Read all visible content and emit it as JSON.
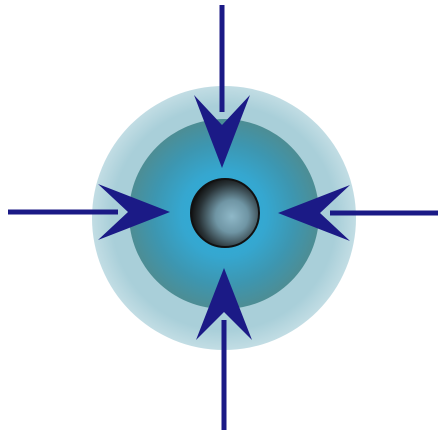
{
  "diagram": {
    "description_visible_text": "",
    "colors": {
      "background": "#ffffff",
      "outer_halo": "#a9cfd9",
      "outer_halo_edge": "#c2dde4",
      "middle_ring_dark": "#4d8d94",
      "middle_ring_light": "#3aa2c6",
      "inner_glow": "#2fb0dd",
      "core_dark": "#1a1a1a",
      "core_light": "#8fb8c8",
      "arrow": "#1b1a86"
    },
    "arrows": [
      {
        "direction": "down",
        "icon": "arrow-down-icon"
      },
      {
        "direction": "up",
        "icon": "arrow-up-icon"
      },
      {
        "direction": "right",
        "icon": "arrow-right-icon"
      },
      {
        "direction": "left",
        "icon": "arrow-left-icon"
      }
    ]
  }
}
